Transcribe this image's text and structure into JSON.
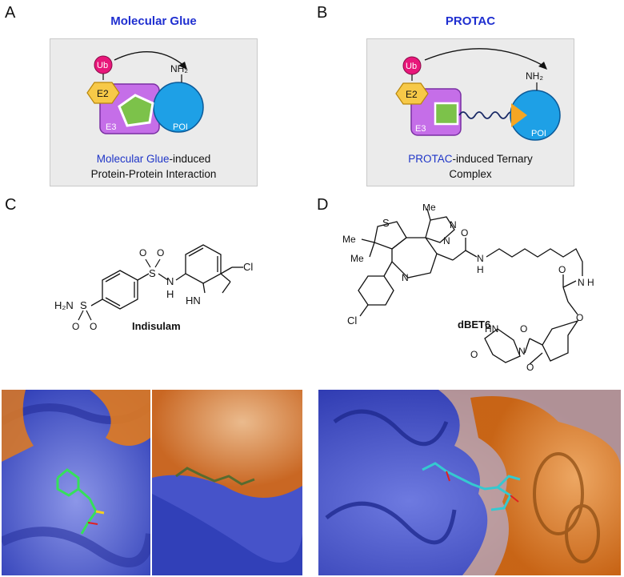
{
  "panels": {
    "A": {
      "letter": "A",
      "title": "Molecular Glue",
      "labels": {
        "ub": "Ub",
        "e2": "E2",
        "e3": "E3",
        "poi": "POI",
        "nh2": "NH₂"
      },
      "caption_highlight": "Molecular Glue",
      "caption_rest": "-induced",
      "caption_line2": "Protein-Protein Interaction"
    },
    "B": {
      "letter": "B",
      "title": "PROTAC",
      "labels": {
        "ub": "Ub",
        "e2": "E2",
        "e3": "E3",
        "poi": "POI",
        "nh2": "NH₂"
      },
      "caption_highlight": "PROTAC",
      "caption_rest": "-induced Ternary",
      "caption_line2": "Complex"
    },
    "C": {
      "letter": "C",
      "compound": "Indisulam",
      "atoms": {
        "h2n": "H₂N",
        "s1": "S",
        "s2": "S",
        "o": "O",
        "nh": "N",
        "h": "H",
        "hn": "HN",
        "cl": "Cl"
      }
    },
    "D": {
      "letter": "D",
      "compound": "dBET6",
      "atoms": {
        "me": "Me",
        "s": "S",
        "n": "N",
        "nh": "N",
        "h": "H",
        "cl": "Cl",
        "hn": "HN",
        "o": "O"
      }
    }
  },
  "colors": {
    "title_blue": "#1f2fd0",
    "ub_pink": "#e8177a",
    "e2_yellow": "#f7c948",
    "e3_purple": "#c56ee8",
    "poi_blue": "#1ea0e6",
    "ligand_green": "#7cc24a",
    "warhead_orange": "#f5a623",
    "protein_blue": "#3a49c8",
    "protein_orange": "#e07a1f",
    "ligand_cyan": "#35c9d0"
  }
}
